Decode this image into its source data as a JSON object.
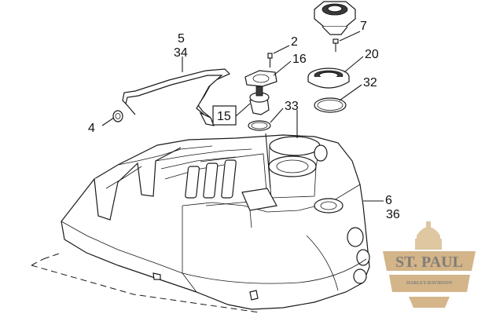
{
  "diagram": {
    "callouts": [
      {
        "id": "c2",
        "label": "2"
      },
      {
        "id": "c7",
        "label": "7"
      },
      {
        "id": "c5",
        "label": "5"
      },
      {
        "id": "c34",
        "label": "34"
      },
      {
        "id": "c16",
        "label": "16"
      },
      {
        "id": "c20",
        "label": "20"
      },
      {
        "id": "c32",
        "label": "32"
      },
      {
        "id": "c33",
        "label": "33"
      },
      {
        "id": "c15",
        "label": "15"
      },
      {
        "id": "c4",
        "label": "4"
      },
      {
        "id": "c6",
        "label": "6"
      },
      {
        "id": "c36",
        "label": "36"
      }
    ]
  },
  "watermark": {
    "brand_top": "ST. PAUL",
    "brand_bottom": "HARLEY-DAVIDSON",
    "color": "#b07a2a"
  }
}
